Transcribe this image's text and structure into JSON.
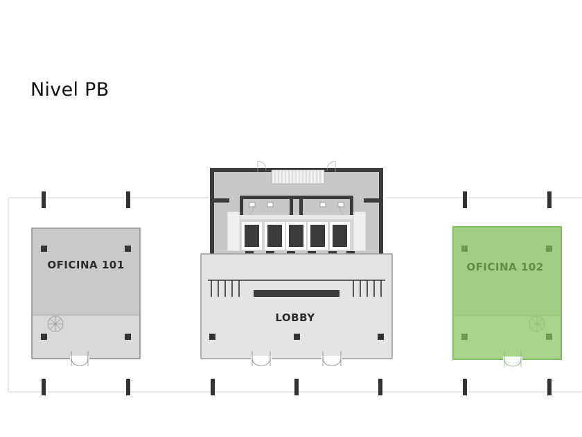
{
  "title": "Nivel PB",
  "rooms": {
    "oficina_101": {
      "label": "OFICINA 101",
      "color": "#c9c9c9",
      "status": "default"
    },
    "lobby": {
      "label": "LOBBY",
      "color": "#e3e4e3"
    },
    "oficina_102": {
      "label": "OFICINA 102",
      "color": "#a8d48b",
      "label_color": "#5c8f45",
      "status": "highlighted"
    }
  },
  "colors": {
    "core_dark": "#3c3c3c",
    "core_gray": "#c8c8c8",
    "column": "#333333",
    "grid_line": "#d6d6d6",
    "highlight": "#a8d48b"
  }
}
